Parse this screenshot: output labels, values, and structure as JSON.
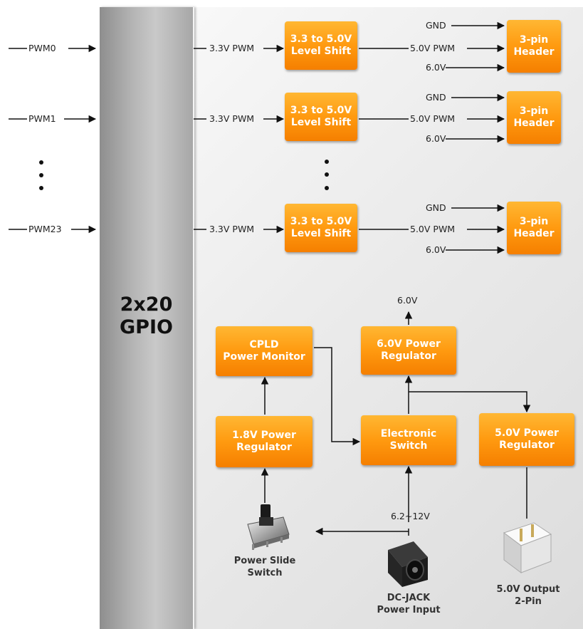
{
  "gpio": {
    "line1": "2x20",
    "line2": "GPIO"
  },
  "pwm_channels": [
    {
      "input": "PWM0",
      "signal": "3.3V PWM",
      "shifter": [
        "3.3 to 5.0V",
        "Level Shift"
      ],
      "gnd": "GND",
      "pwm_out": "5.0V PWM",
      "vout": "6.0V",
      "header": [
        "3-pin",
        "Header"
      ]
    },
    {
      "input": "PWM1",
      "signal": "3.3V PWM",
      "shifter": [
        "3.3 to 5.0V",
        "Level Shift"
      ],
      "gnd": "GND",
      "pwm_out": "5.0V PWM",
      "vout": "6.0V",
      "header": [
        "3-pin",
        "Header"
      ]
    },
    {
      "input": "PWM23",
      "signal": "3.3V PWM",
      "shifter": [
        "3.3 to 5.0V",
        "Level Shift"
      ],
      "gnd": "GND",
      "pwm_out": "5.0V PWM",
      "vout": "6.0V",
      "header": [
        "3-pin",
        "Header"
      ]
    }
  ],
  "power": {
    "out_6v": "6.0V",
    "cpld": [
      "CPLD",
      "Power Monitor"
    ],
    "reg6": [
      "6.0V Power",
      "Regulator"
    ],
    "reg18": [
      "1.8V Power",
      "Regulator"
    ],
    "esw": [
      "Electronic",
      "Switch"
    ],
    "reg5": [
      "5.0V Power",
      "Regulator"
    ],
    "input_range": "6.2~12V",
    "slide_switch": [
      "Power Slide",
      "Switch"
    ],
    "dc_jack": [
      "DC-JACK",
      "Power Input"
    ],
    "output_2pin": [
      "5.0V Output",
      "2-Pin"
    ]
  }
}
